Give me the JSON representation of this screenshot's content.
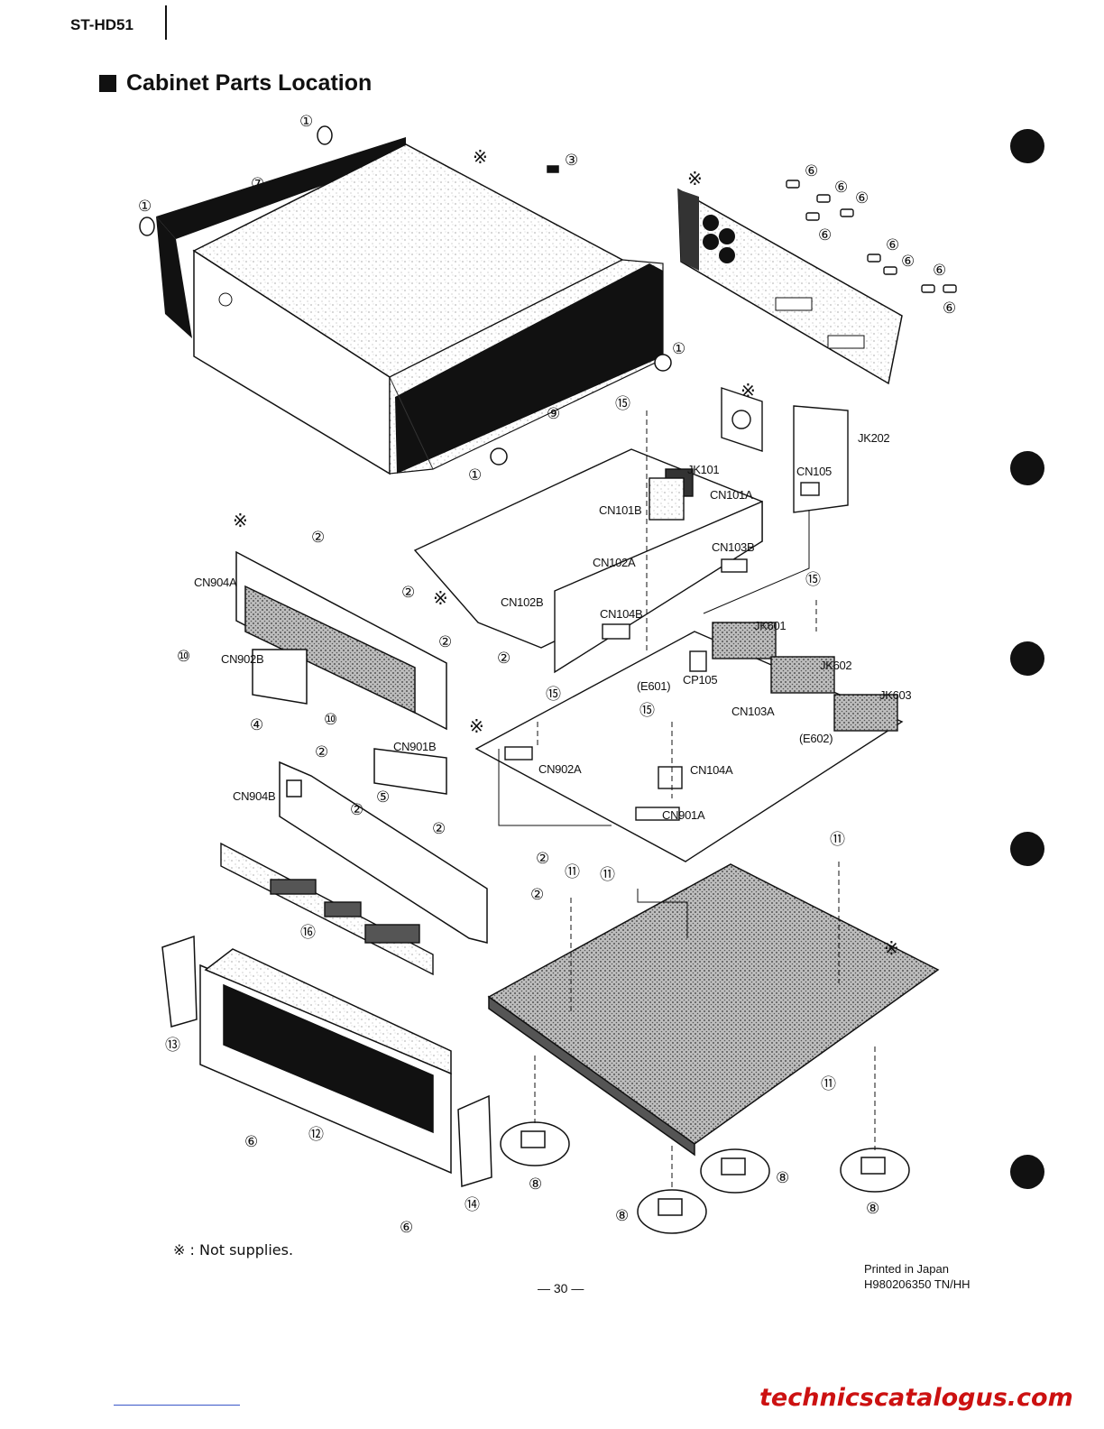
{
  "header": {
    "model": "ST-HD51",
    "title": "Cabinet Parts Location"
  },
  "diagram": {
    "not_supplied_mark": "※",
    "callouts": [
      "①",
      "②",
      "③",
      "④",
      "⑤",
      "⑥",
      "⑦",
      "⑧",
      "⑨",
      "⑩",
      "⑪",
      "⑫",
      "⑬",
      "⑭",
      "⑮",
      "⑯"
    ],
    "connectors": [
      "JK202",
      "CN105",
      "JK101",
      "CN101B",
      "CN101A",
      "CN103B",
      "CN102A",
      "CN102B",
      "CN104B",
      "JK601",
      "CP105",
      "JK602",
      "(E601)",
      "CN103A",
      "(E602)",
      "JK603",
      "CN904A",
      "CN902B",
      "CN901B",
      "CN902A",
      "CN104A",
      "CN904B",
      "CN901A"
    ]
  },
  "footer": {
    "legend": "※ : Not supplies.",
    "page_number": "— 30 —",
    "printed_line1": "Printed in Japan",
    "printed_line2": "H980206350 TN/HH",
    "watermark": "technicscatalogus.com"
  }
}
